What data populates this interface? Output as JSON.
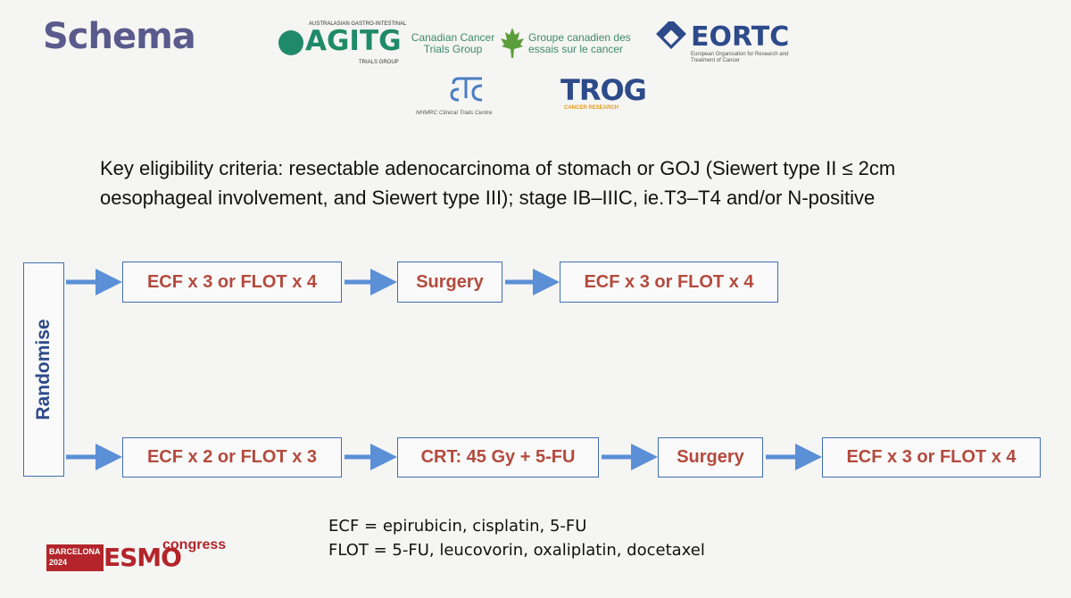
{
  "title": "Schema",
  "logos": {
    "agitg": {
      "top": "AUSTRALASIAN GASTRO-INTESTINAL",
      "main": "AGITG",
      "sub": "TRIALS GROUP"
    },
    "cctg": {
      "left": "Canadian Cancer Trials Group",
      "right": "Groupe canadien des essais sur le cancer"
    },
    "eortc": {
      "main": "EORTC",
      "sub": "European Organisation for Research and Treatment of Cancer"
    },
    "nhmrc": {
      "sub": "NHMRC Clinical Trials Centre"
    },
    "trog": {
      "main": "TROG",
      "sub": "CANCER RESEARCH"
    }
  },
  "criteria": "Key eligibility criteria: resectable adenocarcinoma of stomach or GOJ (Siewert type II ≤ 2cm oesophageal involvement, and Siewert type III); stage IB–IIIC, ie.T3–T4 and/or N-positive",
  "randomise": "Randomise",
  "arm1": [
    "ECF x 3 or FLOT x 4",
    "Surgery",
    "ECF x 3 or FLOT x 4"
  ],
  "arm2": [
    "ECF x 2 or FLOT x 3",
    "CRT: 45 Gy + 5-FU",
    "Surgery",
    "ECF x 3 or FLOT x 4"
  ],
  "legend": {
    "ecf": "ECF = epirubicin, cisplatin, 5-FU",
    "flot": "FLOT = 5-FU, leucovorin, oxaliplatin, docetaxel"
  },
  "esmo": {
    "city": "BARCELONA",
    "year": "2024",
    "name": "ESMO",
    "congress": "congress"
  },
  "colors": {
    "box_border": "#3f6fb2",
    "box_text": "#b34a3d",
    "arrow": "#5b8fd6",
    "title": "#5b5a8c"
  }
}
